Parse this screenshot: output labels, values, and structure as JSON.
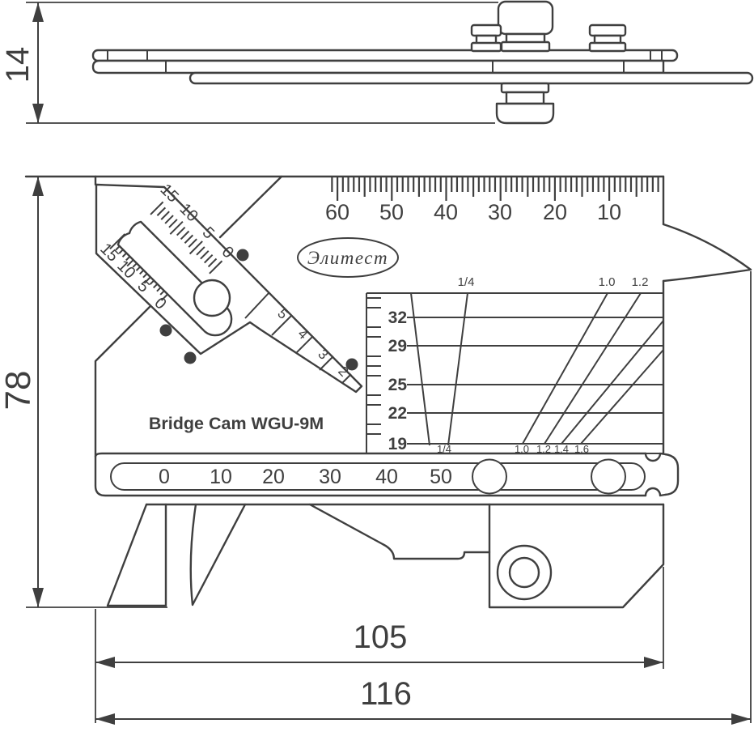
{
  "drawing": {
    "title": "Bridge Cam WGU-9M",
    "logo": "Элитест",
    "line_color": "#3f3f3f"
  },
  "dimensions": {
    "side_height": "14",
    "front_height": "78",
    "width_inner": "105",
    "width_overall": "116"
  },
  "top_ruler": {
    "labels": [
      "60",
      "50",
      "40",
      "30",
      "20",
      "10"
    ]
  },
  "pipe_scale": {
    "labels": [
      "32",
      "29",
      "25",
      "22",
      "19"
    ],
    "top_labels": [
      "1/4",
      "1.0",
      "1.2"
    ],
    "bottom_labels": [
      "1/4",
      "1.0",
      "1.2",
      "1.4",
      "1.6"
    ]
  },
  "slot_scale": {
    "labels": [
      "0",
      "10",
      "20",
      "30",
      "40",
      "50"
    ]
  },
  "angle_scale": {
    "outer": [
      "15",
      "10",
      "5",
      "0"
    ],
    "inner": [
      "15",
      "10",
      "5",
      "0"
    ]
  },
  "undercut_scale": {
    "labels": [
      "5",
      "4",
      "3",
      "2"
    ]
  }
}
